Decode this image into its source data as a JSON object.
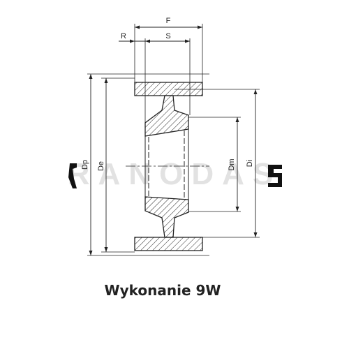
{
  "dimensions": {
    "f": "F",
    "r": "R",
    "s": "S",
    "dp": "Dp",
    "de": "De",
    "dm": "Dm",
    "di": "Di"
  },
  "watermark": "RANODAS",
  "caption": "Wykonanie 9W",
  "colors": {
    "line": "#222222",
    "watermark": "#d9d9d9",
    "mark": "#111111"
  }
}
